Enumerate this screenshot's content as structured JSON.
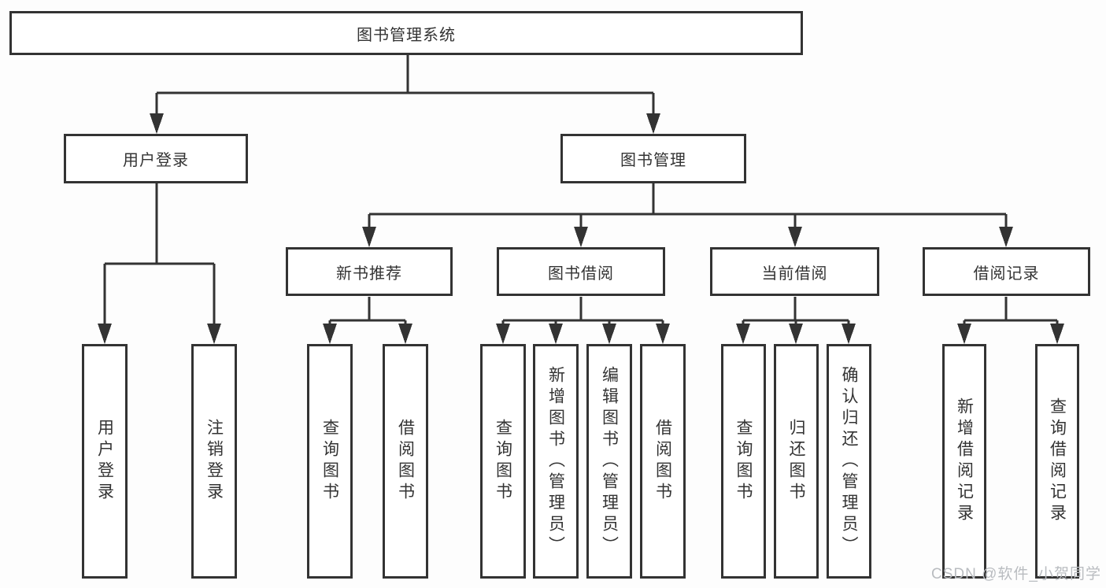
{
  "diagram": {
    "root": {
      "label": "图书管理系统"
    },
    "branches": [
      {
        "label": "用户登录",
        "children": [
          {
            "label": "用户登录"
          },
          {
            "label": "注销登录"
          }
        ]
      },
      {
        "label": "图书管理",
        "children": [
          {
            "label": "新书推荐",
            "children": [
              {
                "label": "查询图书"
              },
              {
                "label": "借阅图书"
              }
            ]
          },
          {
            "label": "图书借阅",
            "children": [
              {
                "label": "查询图书"
              },
              {
                "label": "新增图书（管理员）"
              },
              {
                "label": "编辑图书（管理员）"
              },
              {
                "label": "借阅图书"
              }
            ]
          },
          {
            "label": "当前借阅",
            "children": [
              {
                "label": "查询图书"
              },
              {
                "label": "归还图书"
              },
              {
                "label": "确认归还（管理员）"
              }
            ]
          },
          {
            "label": "借阅记录",
            "children": [
              {
                "label": "新增借阅记录"
              },
              {
                "label": "查询借阅记录"
              }
            ]
          }
        ]
      }
    ]
  },
  "watermark": {
    "text": "CSDN @软件_小贺同学"
  },
  "colors": {
    "line": "#333333",
    "node_border": "#333333",
    "node_text": "#333333",
    "watermark_text": "#b9bcc0",
    "background": "#fdfdfd"
  }
}
